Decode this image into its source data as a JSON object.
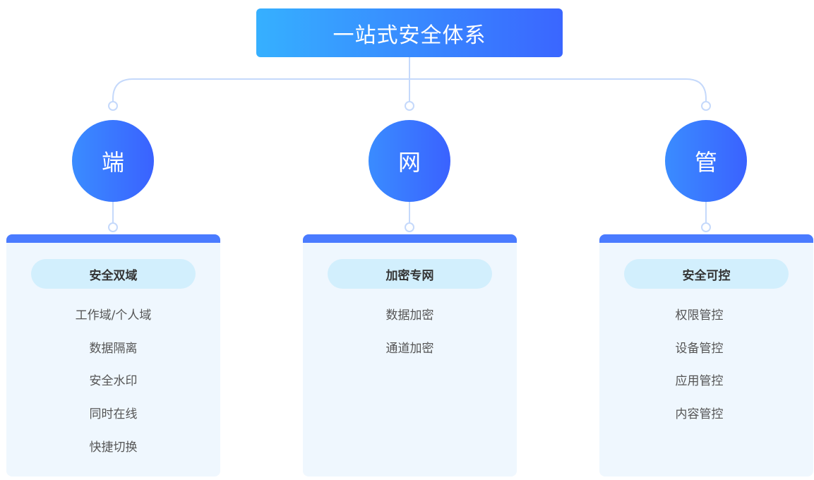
{
  "title": "一站式安全体系",
  "pillars": [
    {
      "node": "端",
      "heading": "安全双域",
      "items": [
        "工作域/个人域",
        "数据隔离",
        "安全水印",
        "同时在线",
        "快捷切换"
      ]
    },
    {
      "node": "网",
      "heading": "加密专网",
      "items": [
        "数据加密",
        "通道加密"
      ]
    },
    {
      "node": "管",
      "heading": "安全可控",
      "items": [
        "权限管控",
        "设备管控",
        "应用管控",
        "内容管控"
      ]
    }
  ],
  "colors": {
    "accent": "#4a7bff",
    "line": "#c5d9fb",
    "pill": "#d2effd",
    "card": "#eff7fe"
  }
}
